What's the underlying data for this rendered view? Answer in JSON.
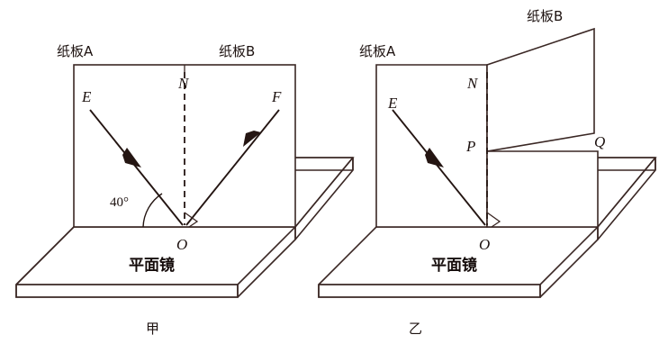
{
  "figure": {
    "title_alt": "",
    "background_color": "#ffffff",
    "line_color": "#3a2724",
    "ray_color": "#241512"
  },
  "panels": [
    {
      "id": "panel-jia",
      "caption": "甲",
      "mirror_label": "平面镜",
      "board_a_label": "纸板A",
      "board_b_label": "纸板B",
      "points": {
        "E": "E",
        "N": "N",
        "F": "F",
        "O": "O"
      },
      "angle_label": "40°",
      "description_alt": ""
    },
    {
      "id": "panel-yi",
      "caption": "乙",
      "mirror_label": "平面镜",
      "board_a_label": "纸板A",
      "board_b_label": "纸板B",
      "points": {
        "E": "E",
        "N": "N",
        "P": "P",
        "Q": "Q",
        "O": "O"
      },
      "description_alt": ""
    }
  ]
}
